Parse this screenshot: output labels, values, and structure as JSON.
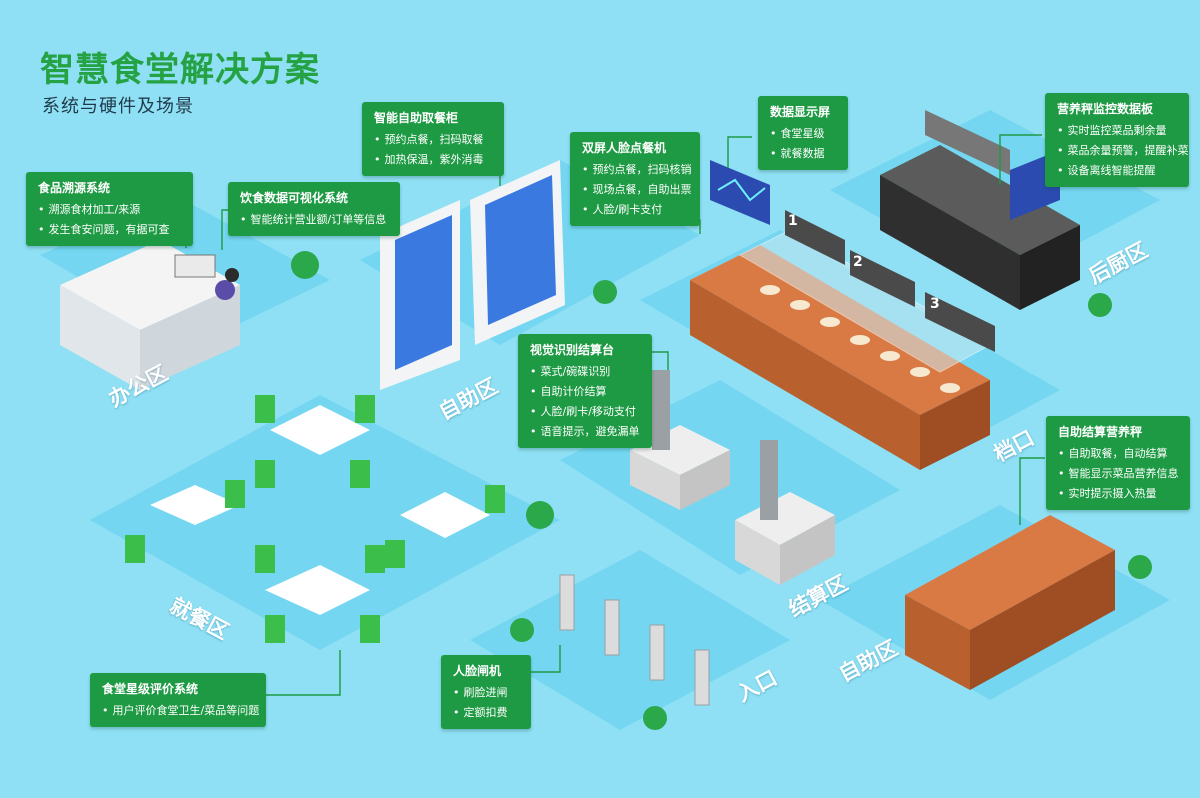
{
  "header": {
    "title": "智慧食堂解决方案",
    "subtitle": "系统与硬件及场景"
  },
  "cards": [
    {
      "title": "食品溯源系统",
      "items": [
        "溯源食材加工/来源",
        "发生食安问题，有据可查"
      ]
    },
    {
      "title": "饮食数据可视化系统",
      "items": [
        "智能统计营业额/订单等信息"
      ]
    },
    {
      "title": "智能自助取餐柜",
      "items": [
        "预约点餐，扫码取餐",
        "加热保温，紫外消毒"
      ]
    },
    {
      "title": "双屏人脸点餐机",
      "items": [
        "预约点餐，扫码核销",
        "现场点餐，自助出票",
        "人脸/刷卡支付"
      ]
    },
    {
      "title": "数据显示屏",
      "items": [
        "食堂星级",
        "就餐数据"
      ]
    },
    {
      "title": "营养秤监控数据板",
      "items": [
        "实时监控菜品剩余量",
        "菜品余量预警，提醒补菜",
        "设备离线智能提醒"
      ]
    },
    {
      "title": "视觉识别结算台",
      "items": [
        "菜式/碗碟识别",
        "自助计价结算",
        "人脸/刷卡/移动支付",
        "语音提示，避免漏单"
      ]
    },
    {
      "title": "自助结算营养秤",
      "items": [
        "自助取餐，自动结算",
        "智能显示菜品营养信息",
        "实时提示摄入热量"
      ]
    },
    {
      "title": "食堂星级评价系统",
      "items": [
        "用户评价食堂卫生/菜品等问题"
      ]
    },
    {
      "title": "人脸闸机",
      "items": [
        "刷脸进闸",
        "定额扣费"
      ]
    }
  ],
  "zones": {
    "office": "办公区",
    "self_service_top": "自助区",
    "back_kitchen": "后厨区",
    "counter": "档口",
    "dining": "就餐区",
    "checkout": "结算区",
    "entrance": "入口",
    "self_service_bottom": "自助区"
  },
  "screens": [
    "1",
    "2",
    "3"
  ],
  "colors": {
    "background": "#8fe0f4",
    "floor": "#6fd3ef",
    "card": "#1e9a44",
    "title": "#25a244",
    "chair": "#3bbf4a",
    "counter_wood": "#b9602f"
  }
}
